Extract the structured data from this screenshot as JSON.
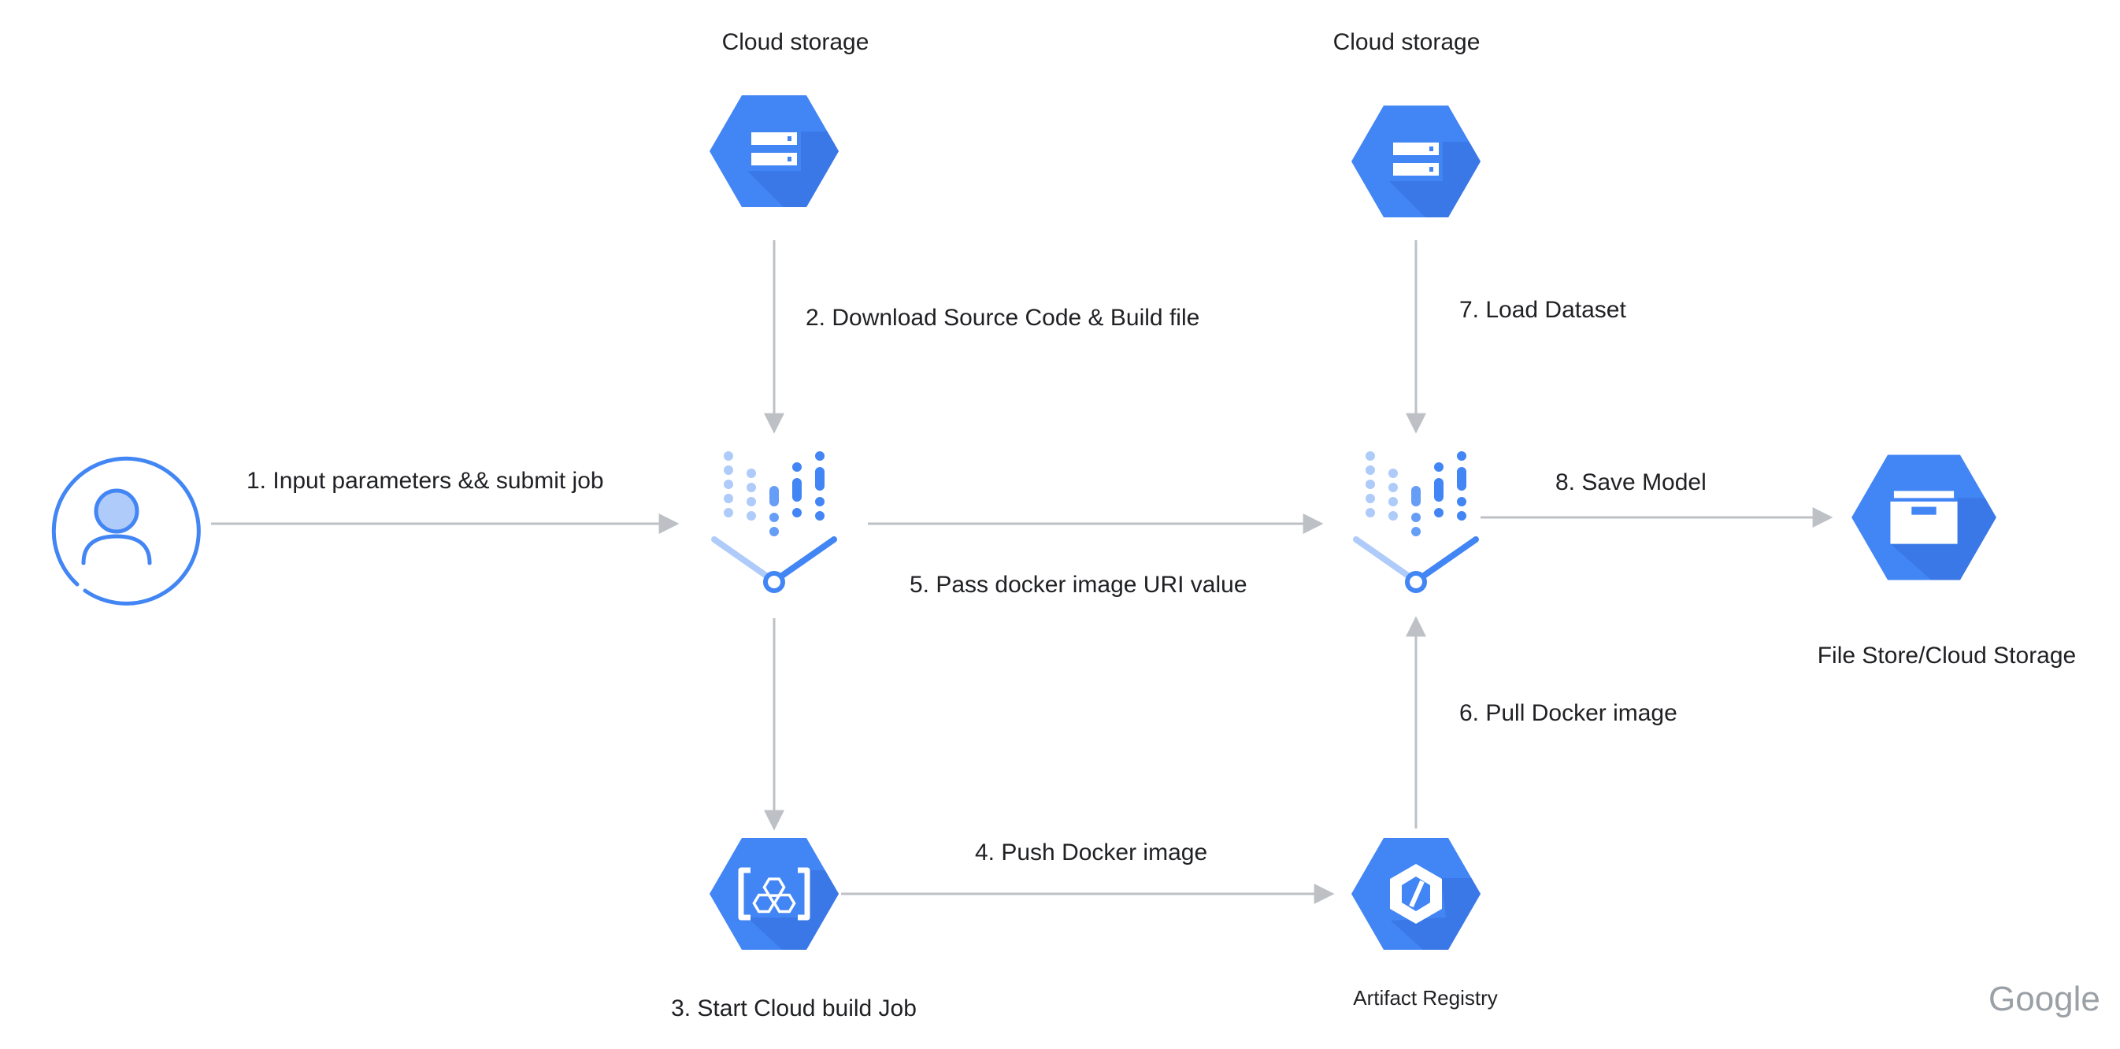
{
  "nodes": {
    "storage_source": {
      "label": "Cloud storage",
      "icon": "cloud-storage-icon"
    },
    "storage_dataset": {
      "label": "Cloud storage",
      "icon": "cloud-storage-icon"
    },
    "user": {
      "icon": "user-icon"
    },
    "vertex_build": {
      "icon": "vertex-ai-pipelines-icon"
    },
    "vertex_train": {
      "icon": "vertex-ai-pipelines-icon"
    },
    "cloud_build": {
      "label": "3.  Start Cloud build Job",
      "icon": "cloud-build-icon"
    },
    "artifact_registry": {
      "label": "Artifact Registry",
      "icon": "artifact-registry-icon"
    },
    "filestore": {
      "label": "File Store/Cloud Storage",
      "icon": "filestore-icon"
    }
  },
  "edges": {
    "e1": "1. Input parameters && submit job",
    "e2": "2.  Download Source Code & Build file",
    "e4": "4.  Push Docker image",
    "e5": "5. Pass docker image URI value",
    "e6": "6.  Pull Docker image",
    "e7": "7.  Load Dataset",
    "e8": "8.  Save Model"
  },
  "branding": {
    "logo_text": "Google"
  },
  "colors": {
    "hex_primary": "#4285f4",
    "hex_shadow": "#3b78e7",
    "arrow": "#bdc1c6",
    "vertex_light": "#aecbfa",
    "vertex_mid": "#669df6",
    "vertex_dark": "#4285f4"
  }
}
